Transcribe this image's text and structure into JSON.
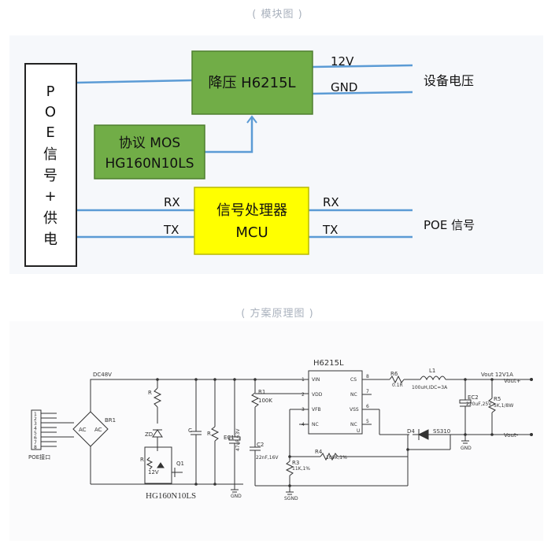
{
  "captions": {
    "block_diagram": "( 模块图 )",
    "schematic": "( 方案原理图 )"
  },
  "block_diagram": {
    "poe_box": {
      "chars": [
        "P",
        "O",
        "E",
        "信",
        "号",
        "+",
        "供",
        "电"
      ]
    },
    "buck_box": {
      "label": "降压 H6215L"
    },
    "mos_box": {
      "line1": "协议 MOS",
      "line2": "HG160N10LS"
    },
    "mcu_box": {
      "line1": "信号处理器",
      "line2": "MCU"
    },
    "signals": {
      "v12": "12V",
      "gnd": "GND",
      "rx_left": "RX",
      "tx_left": "TX",
      "rx_right": "RX",
      "tx_right": "TX"
    },
    "outputs": {
      "device_voltage": "设备电压",
      "poe_signal": "POE 信号"
    },
    "colors": {
      "green_box": "#71ad47",
      "yellow_box": "#ffff00",
      "line_blue": "#5b9bd5",
      "poe_border": "#222222"
    }
  },
  "schematic": {
    "ic_title": "H6215L",
    "ic_pins_left": [
      "VIN",
      "VDD",
      "VFB",
      "NC"
    ],
    "ic_pins_right": [
      "CS",
      "NC",
      "VSS",
      "NC"
    ],
    "ic_pin_nums_left": [
      "1",
      "2",
      "3",
      "4"
    ],
    "ic_pin_nums_right": [
      "8",
      "7",
      "6",
      "5"
    ],
    "ic_ref": "U",
    "dc_label": "DC48V",
    "vout_label": "Vout 12V1A",
    "vout_plus": "Vout+",
    "vout_minus": "Vout-",
    "bridge_ref": "BR1",
    "bridge_ac1": "AC",
    "bridge_ac2": "AC",
    "poe_port": "POE接口",
    "port_pins": [
      "1",
      "2",
      "3",
      "4",
      "5",
      "6",
      "7",
      "8"
    ],
    "r_top": "R",
    "zd": "ZD",
    "r_mid": "R",
    "r_mid_val": "12V",
    "q1": "Q1",
    "c_label": "C",
    "r_label": "R",
    "ec1": "EC1",
    "ec1_val": "47uF,63V",
    "r1": "R1",
    "r1_val": "100K",
    "c2": "C2",
    "c2_val": "22nF,16V",
    "r3": "R3",
    "r3_val": "11K,1%",
    "r4": "R4",
    "r4_val": "100K,1%",
    "r6": "R6",
    "r6_val": "0.1R",
    "l1": "L1",
    "l1_val": "100uH,IDC=3A",
    "d4": "D4",
    "d4_part": "SS310",
    "ec2": "EC2",
    "ec2_val": "220uF,25V",
    "r5": "R5",
    "r5_val": "5K,1/8W",
    "gnd": "GND",
    "sgnd": "SGND",
    "mos_part": "HG160N10LS",
    "gnd_bottom": "GND"
  }
}
